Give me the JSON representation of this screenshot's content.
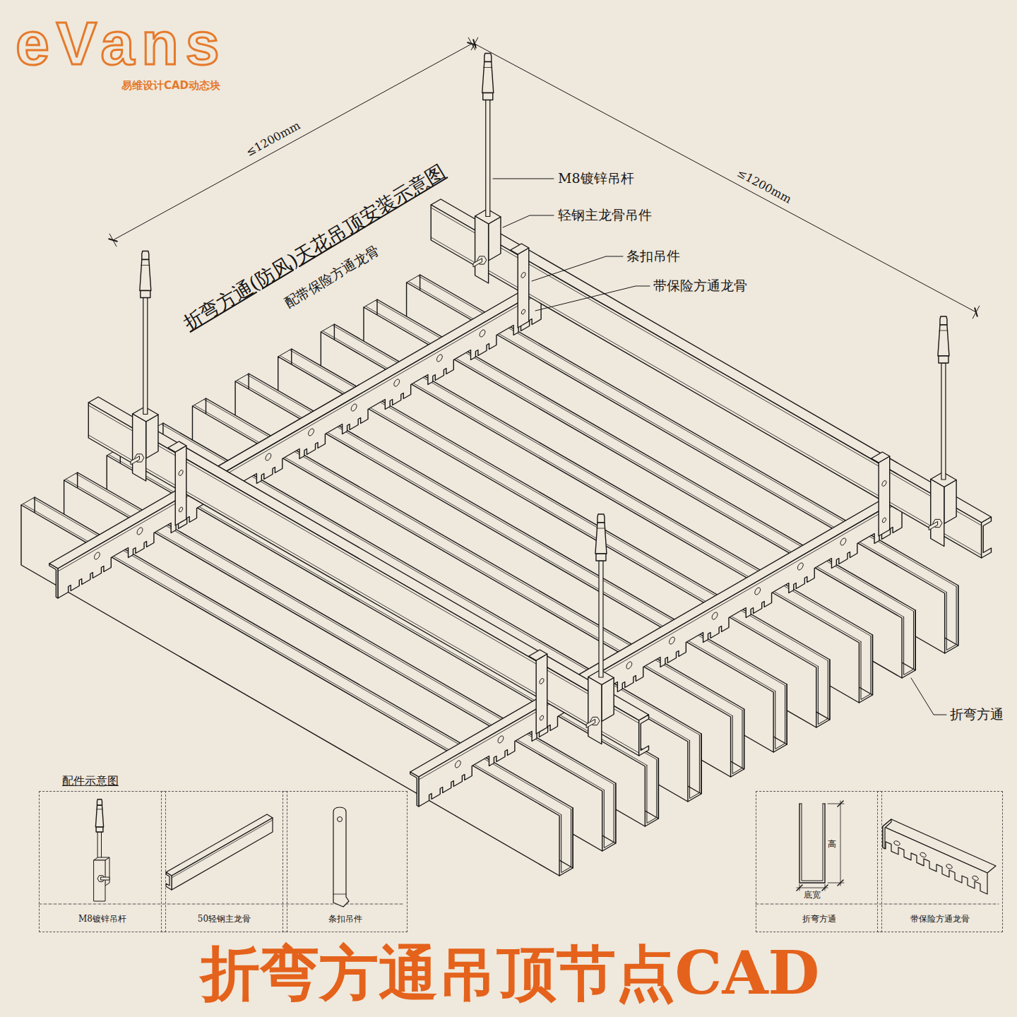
{
  "diagram": {
    "title": "折弯方通(防风)天花吊顶安装示意图",
    "caption": "折弯方通吊顶节点CAD",
    "nodes": [
      {
        "text": [
          "M8镀锌吊杆"
        ]
      },
      {
        "text": [
          "50轻钢主龙骨"
        ]
      },
      {
        "text": [
          "条扣吊件"
        ]
      },
      {
        "text": [
          "折弯方通"
        ]
      },
      {
        "text": [
          "带保险方通龙骨"
        ]
      }
    ],
    "labels": [
      "eVans",
      "易维设计CAD动态块",
      "≤1200mm",
      "≤1200mm",
      "配带保险方通龙骨",
      "M8镀锌吊杆",
      "轻钢主龙骨吊件",
      "条扣吊件",
      "带保险方通龙骨",
      "折弯方通",
      "配件示意图",
      "高",
      "底宽"
    ]
  }
}
